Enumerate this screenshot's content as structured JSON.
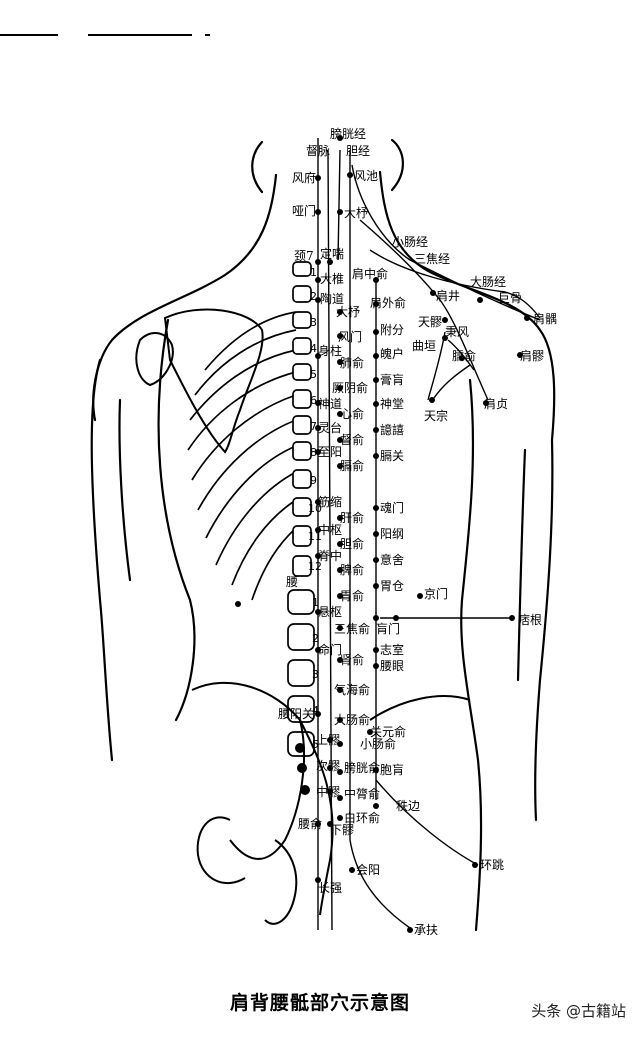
{
  "title": "肩背腰骶部穴示意图",
  "watermark": "头条 @古籍站",
  "labels": {
    "bladder_meridian": "膀胱经",
    "du_meridian": "督脉",
    "gb_meridian": "胆经",
    "fengfu": "风府",
    "fengchi": "风池",
    "yamen": "哑门",
    "dazhu": "大杼",
    "xiaochang_meridian": "小肠经",
    "sanjiao_meridian": "三焦经",
    "dachang_meridian": "大肠经",
    "cervical7": "颈7",
    "dingchuan": "定喘",
    "jianzhongshu": "肩中俞",
    "jianjing": "肩井",
    "jugu": "巨骨",
    "jianyu": "肩髃",
    "dazhui": "大椎",
    "taodao": "陶道",
    "jianwaishu": "肩外俞",
    "tianliao": "天髎",
    "bingfeng": "秉风",
    "dashu": "大杼",
    "fufen": "附分",
    "quyuan": "曲垣",
    "fengmen": "风门",
    "naoshu": "臑俞",
    "jianliao": "肩髎",
    "shenzhu": "身柱",
    "pohu": "魄户",
    "feishu": "肺俞",
    "gaohuang": "膏肓",
    "jueyinshu": "厥阴俞",
    "tianzong": "天宗",
    "jianzhen": "肩贞",
    "shendao": "神道",
    "shentang": "神堂",
    "xinshu": "心俞",
    "lingtai": "灵台",
    "yixi": "譩譆",
    "dushu": "督俞",
    "zhiyang": "至阳",
    "geguan": "膈关",
    "geshu": "膈俞",
    "jinsuo": "筋缩",
    "hunmen": "魂门",
    "ganshu": "肝俞",
    "zhongshu": "中枢",
    "yanggang": "阳纲",
    "danshu": "胆俞",
    "jizhong": "脊中",
    "yishe": "意舍",
    "pishu": "脾俞",
    "weicang": "胃仓",
    "lumbar": "腰",
    "jingmen": "京门",
    "weishu": "胃俞",
    "xuanshu": "悬枢",
    "huangmen": "肓门",
    "pigen": "痞根",
    "sanjiaoshu": "三焦俞",
    "zhishi": "志室",
    "mingmen": "命门",
    "shenshu": "肾俞",
    "yaoyan": "腰眼",
    "qihaishu": "气海俞",
    "yaoyangguan": "腰阳关",
    "dachangshu": "大肠俞",
    "guanyuanshu": "关元俞",
    "shangliao": "上髎",
    "xiaochangshu": "小肠俞",
    "pangguangshu": "膀胱俞",
    "baohuang": "胞肓",
    "ciliao": "次髎",
    "zhonglushu": "中膂俞",
    "zhongliao": "中髎",
    "baihuanshu": "白环俞",
    "zhibian": "秩边",
    "yaoshu": "腰俞",
    "xialiao": "下髎",
    "huiyang": "会阳",
    "huantiao": "环跳",
    "changqiang": "长强",
    "chengfu": "承扶"
  },
  "vertebra_numbers": [
    "1",
    "2",
    "3",
    "4",
    "5",
    "6",
    "7",
    "8",
    "9",
    "10",
    "11",
    "12",
    "1",
    "2",
    "3",
    "4",
    "5"
  ]
}
